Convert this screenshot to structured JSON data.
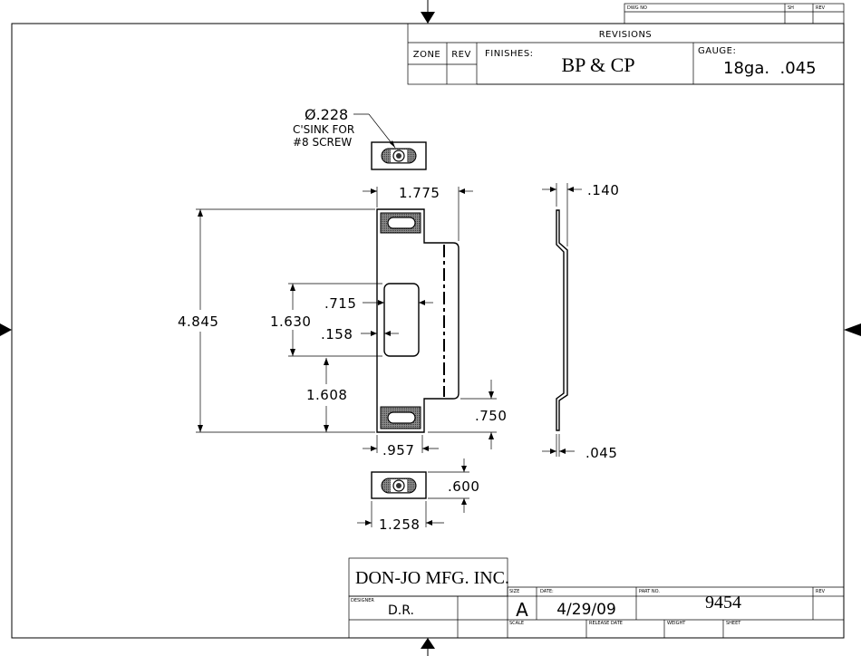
{
  "revision_block": {
    "dwg_no_label": "DWG NO",
    "sh_label": "SH",
    "rev_label": "REV",
    "revisions_title": "REVISIONS",
    "zone_label": "ZONE",
    "rev_col_label": "REV",
    "finishes_label": "FINISHES:",
    "finishes_value": "BP & CP",
    "gauge_label": "GAUGE:",
    "gauge_value": "18ga.  .045"
  },
  "callout": {
    "hole_dia": "Ø.228",
    "line2": "C'SINK FOR",
    "line3": "#8 SCREW"
  },
  "dimensions": {
    "top_width": "1.775",
    "overall_height": "4.845",
    "slot_height": "1.630",
    "slot_width": ".715",
    "slot_offset": ".158",
    "slot_bottom": "1.608",
    "bottom_width": ".957",
    "lip_height": ".750",
    "side_offset": ".140",
    "thickness": ".045",
    "end_height": ".600",
    "end_width": "1.258"
  },
  "title_block": {
    "company": "DON-JO MFG. INC.",
    "designer_label": "DESIGNER",
    "designer_value": "D.R.",
    "size_label": "SIZE",
    "size_value": "A",
    "date_label": "DATE:",
    "date_value": "4/29/09",
    "part_no_label": "PART NO.",
    "part_no_value": "9454",
    "rev_label": "REV",
    "scale_label": "SCALE",
    "release_date_label": "RELEASE DATE",
    "weight_label": "WEIGHT",
    "sheet_label": "SHEET"
  }
}
